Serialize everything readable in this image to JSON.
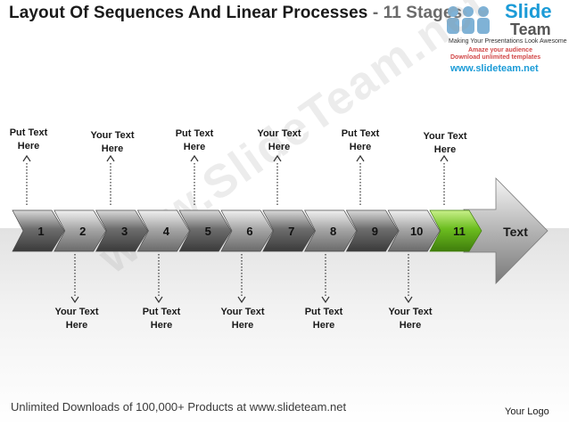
{
  "title": {
    "main": "Layout Of Sequences And Linear Processes",
    "sub": "- 11 Stages"
  },
  "logo": {
    "name_1": "Slide",
    "name_2": "Team",
    "tagline": "Making Your Presentations Look Awesome",
    "line_1": "Amaze your audience",
    "line_2": "Download unlimited templates",
    "url": "www.slideteam.net",
    "color": "#1b9bd7"
  },
  "watermark": "www.SlideTeam.net",
  "stages": {
    "numbers": [
      "1",
      "2",
      "3",
      "4",
      "5",
      "6",
      "7",
      "8",
      "9",
      "10",
      "11"
    ],
    "final_label": "Text",
    "highlight_color": "#6cbd1f",
    "arrow_color": "#8a8a8a"
  },
  "labels_top": [
    "Put Text\nHere",
    "Your Text\nHere",
    "Put Text\nHere",
    "Your Text\nHere",
    "Put Text\nHere",
    "Your Text\nHere"
  ],
  "labels_bottom": [
    "Your Text\nHere",
    "Put Text\nHere",
    "Your Text\nHere",
    "Put Text\nHere",
    "Your Text\nHere"
  ],
  "footer": "Unlimited Downloads of 100,000+ Products at www.slideteam.net",
  "your_logo": "Your Logo"
}
